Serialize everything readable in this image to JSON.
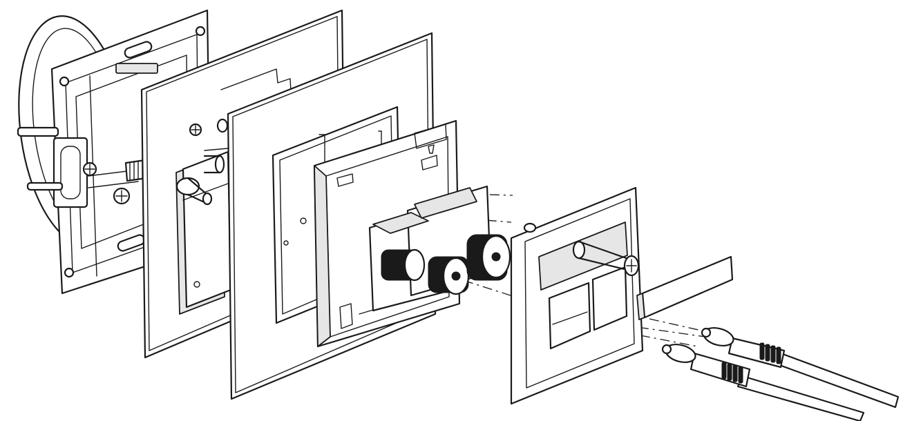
{
  "diagram": {
    "components": [
      {
        "id": "mounting-box-frame",
        "icon": "mounting-frame-with-claws"
      },
      {
        "id": "outer-cover-frame",
        "icon": "square-frame"
      },
      {
        "id": "intermediate-frame",
        "icon": "square-frame"
      },
      {
        "id": "jack-carrier-frame",
        "icon": "carrier-frame"
      },
      {
        "id": "speaker-terminal-module",
        "icon": "binding-posts"
      },
      {
        "id": "cover-plate",
        "icon": "cover-plate"
      },
      {
        "id": "screw",
        "icon": "phillips-screw"
      },
      {
        "id": "label-strip",
        "icon": "label-insert"
      },
      {
        "id": "banana-plugs",
        "icon": "banana-plug-cables"
      }
    ],
    "colors": {
      "line": "#1a1a1a",
      "fill": "#ffffff",
      "shade": "#e6e6e6"
    }
  }
}
